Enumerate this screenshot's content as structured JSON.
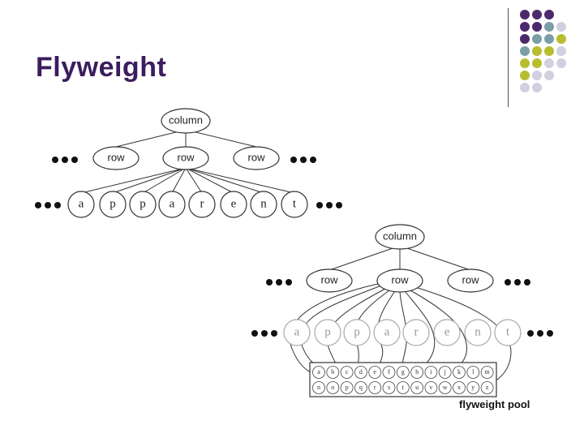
{
  "slide": {
    "title": "Flyweight"
  },
  "theme": {
    "title_color": "#3b1d5e",
    "dot_colors": [
      "#4b2a6b",
      "#7a9ea6",
      "#b7bd2e",
      "#d0d0e0"
    ]
  },
  "tree_top": {
    "root": "column",
    "rows": [
      "row",
      "row",
      "row"
    ],
    "leaves": [
      "a",
      "p",
      "p",
      "a",
      "r",
      "e",
      "n",
      "t"
    ]
  },
  "tree_bottom": {
    "root": "column",
    "rows": [
      "row",
      "row",
      "row"
    ],
    "leaves": [
      "a",
      "p",
      "p",
      "a",
      "r",
      "e",
      "n",
      "t"
    ]
  },
  "pool": {
    "label": "flyweight pool",
    "row1": [
      "a",
      "b",
      "c",
      "d",
      "e",
      "f",
      "g",
      "h",
      "i",
      "j",
      "k",
      "l",
      "m"
    ],
    "row2": [
      "n",
      "o",
      "p",
      "q",
      "r",
      "s",
      "t",
      "u",
      "v",
      "w",
      "x",
      "y",
      "z"
    ]
  }
}
